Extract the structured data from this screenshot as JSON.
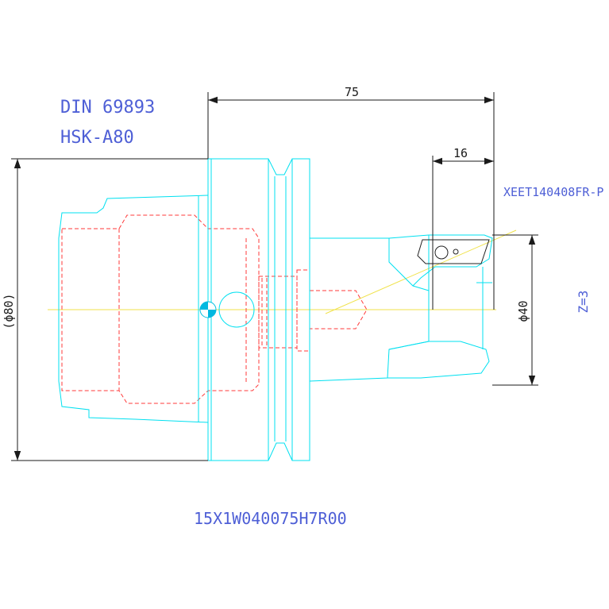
{
  "annotations": {
    "standard": "DIN 69893",
    "interface": "HSK-A80",
    "insert": "XEET140408FR-P",
    "teeth": "Z=3",
    "part_number": "15X1W040075H7R00"
  },
  "dimensions": {
    "overall_length": "75",
    "insert_length": "16",
    "flange_diameter": "(ϕ80)",
    "cutter_diameter": "ϕ40"
  },
  "colors": {
    "outline": "#00e0f0",
    "hidden": "#ff3a3a",
    "center": "#f0e24a",
    "text": "#4e5fd6",
    "dimension": "#1a1a1a"
  }
}
